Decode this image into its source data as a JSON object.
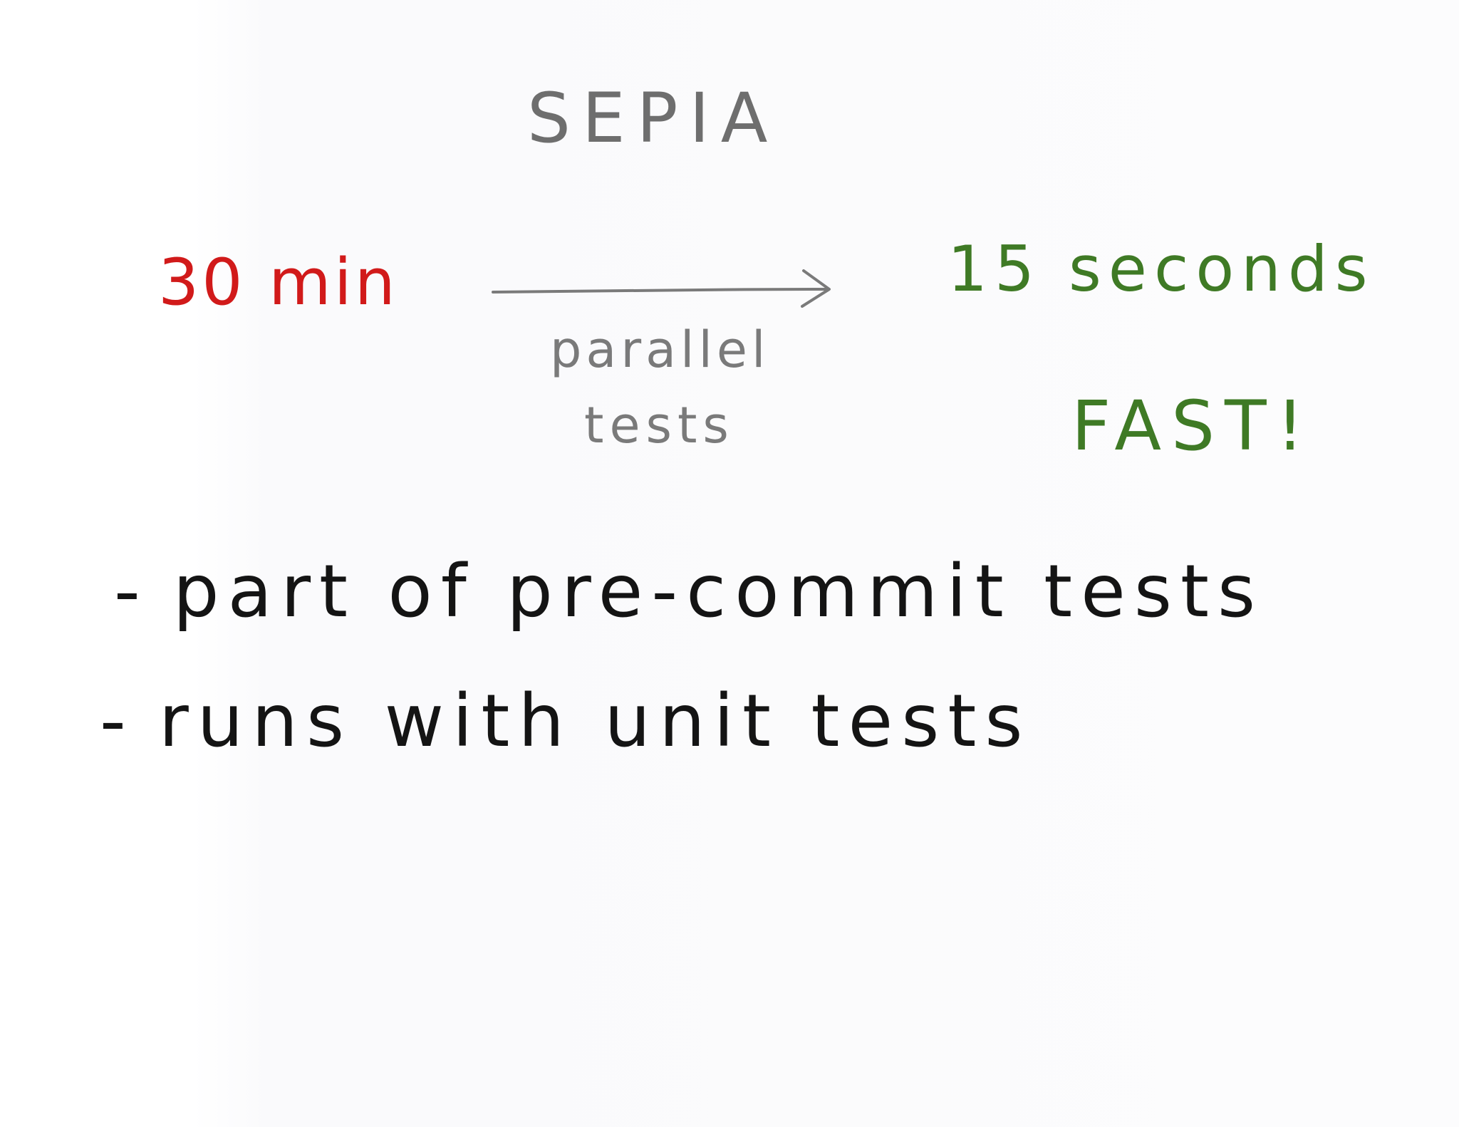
{
  "title": "SEPIA",
  "comparison": {
    "before": "30 min",
    "after": "15 seconds",
    "method_line1": "parallel",
    "method_line2": "tests",
    "exclaim": "FAST!"
  },
  "bullets": [
    {
      "dash": "-",
      "text": "part of pre-commit tests"
    },
    {
      "dash": "-",
      "text": "runs with unit tests"
    }
  ],
  "colors": {
    "title": "#6e6e6e",
    "before": "#d11a1a",
    "after": "#3f7a25",
    "arrow": "#7a7a7a",
    "bullets": "#141414"
  }
}
